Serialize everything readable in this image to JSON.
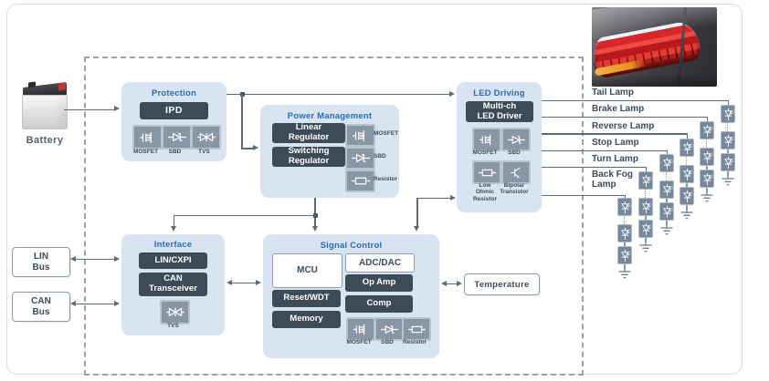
{
  "battery": {
    "label": "Battery"
  },
  "buses": {
    "lin": "LIN\nBus",
    "can": "CAN\nBus"
  },
  "temperature": {
    "label": "Temperature"
  },
  "protection": {
    "title": "Protection",
    "ipd": "IPD",
    "icons": {
      "mosfet": "MOSFET",
      "sbd": "SBD",
      "tvs": "TVS"
    }
  },
  "power": {
    "title": "Power Management",
    "linear": "Linear\nRegulator",
    "switching": "Switching\nRegulator",
    "icons": {
      "mosfet": "MOSFET",
      "sbd": "SBD",
      "resistor": "Resistor"
    }
  },
  "led": {
    "title": "LED Driving",
    "driver": "Multi-ch\nLED Driver",
    "icons": {
      "mosfet": "MOSFET",
      "sbd": "SBD",
      "low_ohmic": "Low\nOhmic\nResistor",
      "bipolar": "Bipolar\nTransistor"
    }
  },
  "interface": {
    "title": "Interface",
    "lin_cxpi": "LIN/CXPI",
    "can_transceiver": "CAN\nTransceiver",
    "icons": {
      "tvs": "TVS"
    }
  },
  "signal": {
    "title": "Signal Control",
    "mcu": "MCU",
    "reset": "Reset/WDT",
    "memory": "Memory",
    "adc": "ADC/DAC",
    "opamp": "Op Amp",
    "comp": "Comp",
    "icons": {
      "mosfet": "MOSFET",
      "sbd": "SBD",
      "resistor": "Resistor"
    }
  },
  "lamps": [
    {
      "label": "Tail Lamp"
    },
    {
      "label": "Brake Lamp"
    },
    {
      "label": "Reverse Lamp"
    },
    {
      "label": "Stop Lamp"
    },
    {
      "label": "Turn Lamp"
    },
    {
      "label": "Back Fog\nLamp"
    }
  ],
  "colors": {
    "accent_blue": "#2b6cb3",
    "dark_chip": "#3d4b58",
    "block_bg": "#d8e4f1",
    "line_gray": "#5d6a74"
  }
}
